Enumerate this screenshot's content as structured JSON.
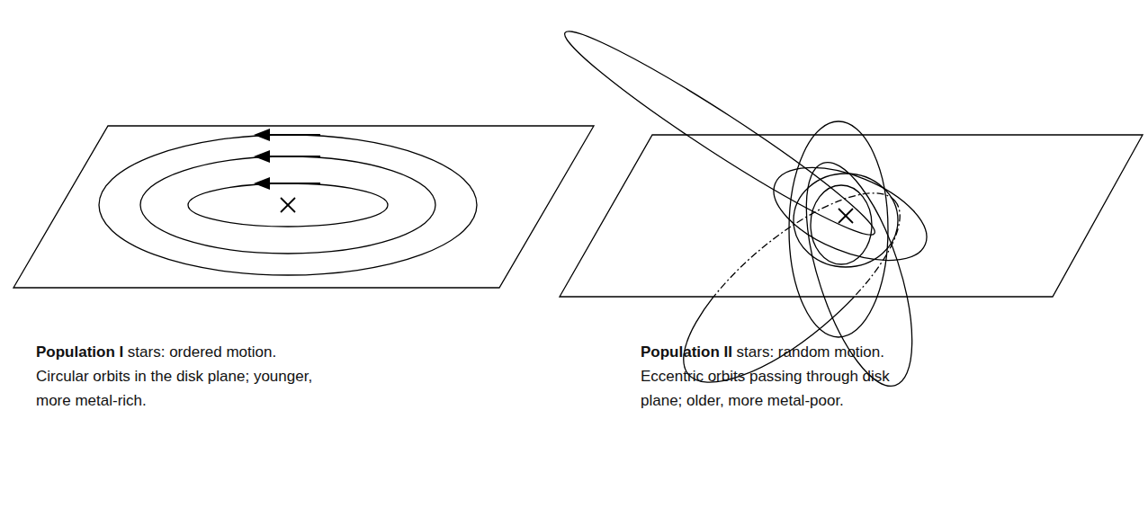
{
  "diagram": {
    "labels": [
      "Population I",
      "stars: ordered motion. Circular orbits in the disk plane; younger, more metal-rich.",
      "Population II",
      "stars: random motion. Eccentric orbits passing through disk plane; older, more metal-poor."
    ]
  }
}
